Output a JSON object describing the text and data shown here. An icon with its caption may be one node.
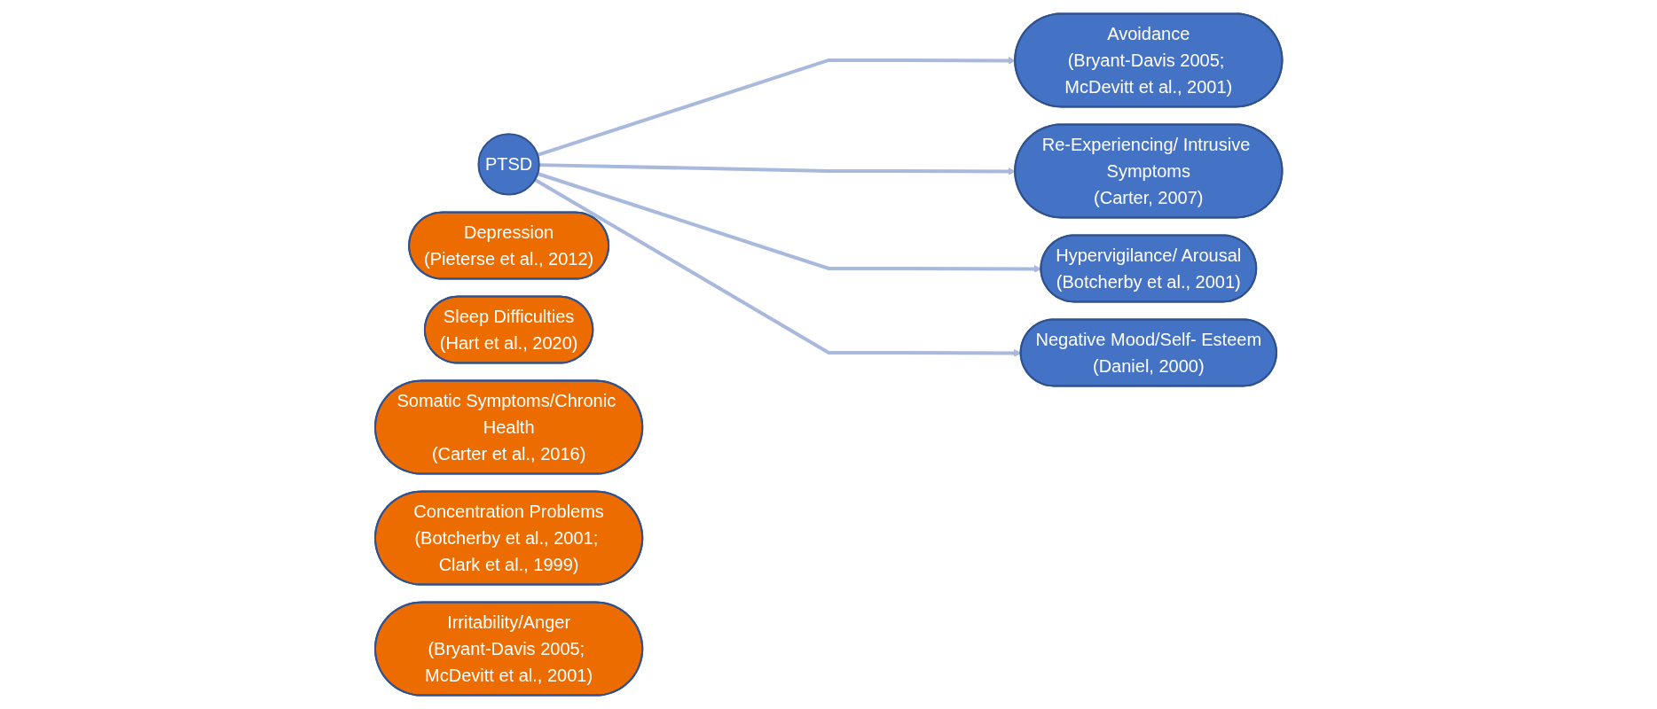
{
  "diagram": {
    "nodes": [
      {
        "text": [
          "PTSD"
        ]
      },
      {
        "text": [
          "Avoidance",
          "(Bryant-Davis 2005; McDevitt et al., 2001)"
        ]
      },
      {
        "text": [
          "Re-Experiencing/ Intrusive Symptoms",
          "(Carter, 2007)"
        ]
      },
      {
        "text": [
          "Hypervigilance/ Arousal",
          "(Botcherby et al., 2001)"
        ]
      },
      {
        "text": [
          "Negative Mood/Self- Esteem",
          "(Daniel, 2000)"
        ]
      },
      {
        "text": [
          "Depression",
          "(Pieterse et al., 2012)"
        ]
      },
      {
        "text": [
          "Sleep Difficulties",
          "(Hart et al., 2020)"
        ]
      },
      {
        "text": [
          "Somatic Symptoms/Chronic Health",
          "(Carter et al., 2016)"
        ]
      },
      {
        "text": [
          "Concentration Problems",
          "(Botcherby et al., 2001; Clark et al., 1999)"
        ]
      },
      {
        "text": [
          "Irritability/Anger",
          "(Bryant-Davis 2005; McDevitt et al., 2001)"
        ]
      }
    ],
    "edges": [
      {
        "from": 0,
        "to": 1,
        "arrow": "to"
      },
      {
        "from": 0,
        "to": 2,
        "arrow": "to"
      },
      {
        "from": 0,
        "to": 3,
        "arrow": "to"
      },
      {
        "from": 0,
        "to": 4,
        "arrow": "to"
      }
    ]
  }
}
